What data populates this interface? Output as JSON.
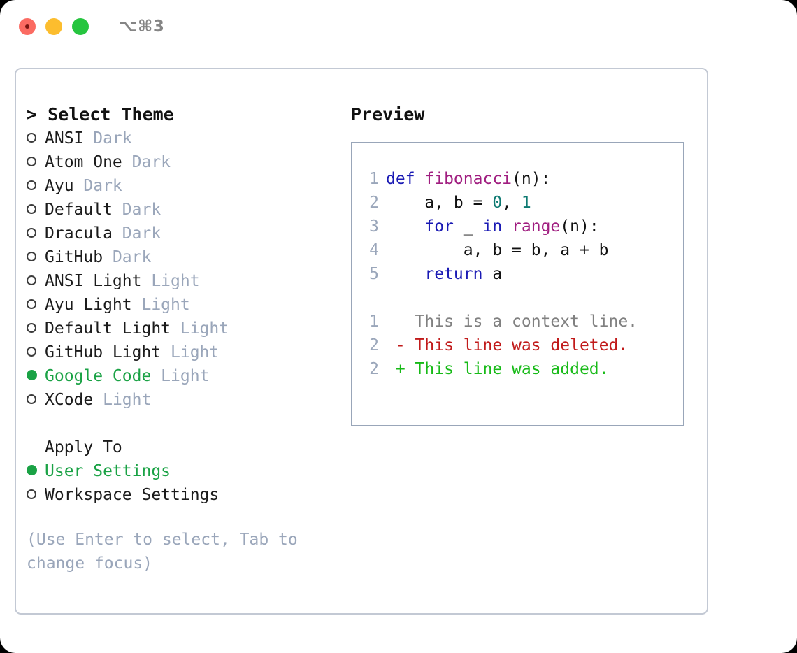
{
  "window": {
    "shortcut": "⌥⌘3",
    "traffic_lights": [
      "close",
      "minimize",
      "maximize"
    ],
    "colors": {
      "close": "#fb6b62",
      "minimize": "#fcbd2e",
      "maximize": "#26c53f",
      "accent_green": "#1aa245",
      "muted": "#9aa6ba",
      "border": "#c3c9d4",
      "panel_border": "#99a6b9"
    }
  },
  "theme_picker": {
    "title": "> Select Theme",
    "items": [
      {
        "marker": "ring",
        "label": "ANSI",
        "badge": " Dark",
        "selected": false
      },
      {
        "marker": "ring",
        "label": "Atom One",
        "badge": " Dark",
        "selected": false
      },
      {
        "marker": "ring",
        "label": "Ayu",
        "badge": " Dark",
        "selected": false
      },
      {
        "marker": "ring",
        "label": "Default",
        "badge": " Dark",
        "selected": false
      },
      {
        "marker": "ring",
        "label": "Dracula",
        "badge": " Dark",
        "selected": false
      },
      {
        "marker": "ring",
        "label": "GitHub",
        "badge": " Dark",
        "selected": false
      },
      {
        "marker": "ring",
        "label": "ANSI Light",
        "badge": " Light",
        "selected": false
      },
      {
        "marker": "ring",
        "label": "Ayu Light",
        "badge": " Light",
        "selected": false
      },
      {
        "marker": "ring",
        "label": "Default Light",
        "badge": " Light",
        "selected": false
      },
      {
        "marker": "ring",
        "label": "GitHub Light",
        "badge": " Light",
        "selected": false
      },
      {
        "marker": "dot",
        "label": "Google Code",
        "badge": " Light",
        "selected": true
      },
      {
        "marker": "ring",
        "label": "XCode",
        "badge": " Light",
        "selected": false
      }
    ]
  },
  "apply_to": {
    "title": "Apply To",
    "items": [
      {
        "marker": "dot",
        "label": "User Settings",
        "badge": "",
        "selected": true
      },
      {
        "marker": "ring",
        "label": "Workspace Settings",
        "badge": "",
        "selected": false
      }
    ]
  },
  "hint": "(Use Enter to select, Tab to change focus)",
  "preview": {
    "title": "Preview",
    "code_lines": [
      {
        "number": "1",
        "tokens": [
          {
            "text": "def ",
            "type": "kw"
          },
          {
            "text": "fibonacci",
            "type": "fn"
          },
          {
            "text": "(n):",
            "type": "pl"
          }
        ]
      },
      {
        "number": "2",
        "tokens": [
          {
            "text": "    a, b = ",
            "type": "pl"
          },
          {
            "text": "0",
            "type": "num"
          },
          {
            "text": ", ",
            "type": "pl"
          },
          {
            "text": "1",
            "type": "num"
          }
        ]
      },
      {
        "number": "3",
        "tokens": [
          {
            "text": "    for ",
            "type": "kw"
          },
          {
            "text": "_ ",
            "type": "pl"
          },
          {
            "text": "in ",
            "type": "kw"
          },
          {
            "text": "range",
            "type": "fn"
          },
          {
            "text": "(n):",
            "type": "pl"
          }
        ]
      },
      {
        "number": "4",
        "tokens": [
          {
            "text": "        a, b = b, a + b",
            "type": "pl"
          }
        ]
      },
      {
        "number": "5",
        "tokens": [
          {
            "text": "    return ",
            "type": "kw"
          },
          {
            "text": "a",
            "type": "pl"
          }
        ]
      }
    ],
    "diff_lines": [
      {
        "number": "1",
        "tokens": [
          {
            "text": "   This is a context line.",
            "type": "ctx"
          }
        ]
      },
      {
        "number": "2",
        "tokens": [
          {
            "text": " - This line was deleted.",
            "type": "del"
          }
        ]
      },
      {
        "number": "2",
        "tokens": [
          {
            "text": " + This line was added.",
            "type": "add"
          }
        ]
      }
    ]
  }
}
